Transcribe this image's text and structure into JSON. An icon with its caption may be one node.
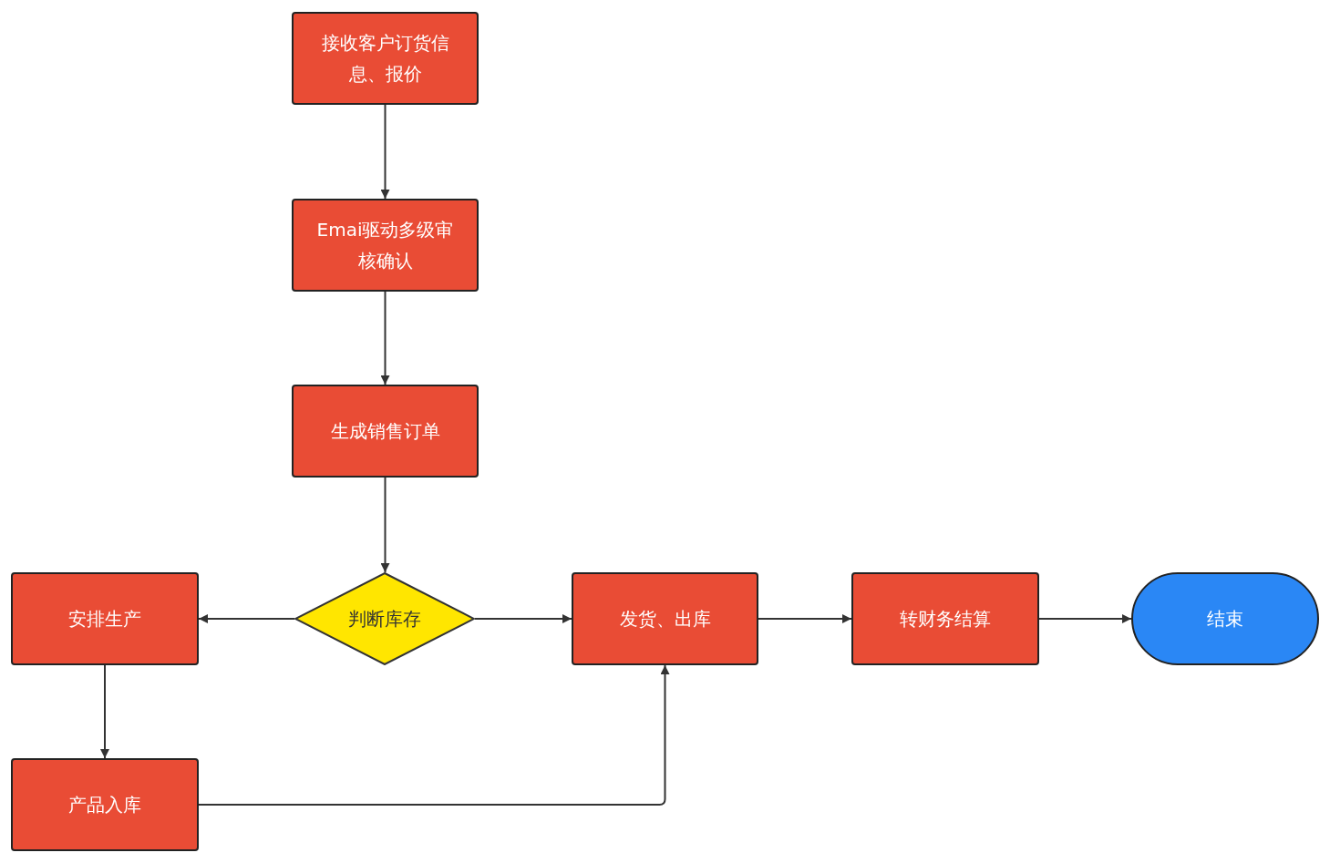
{
  "diagram": {
    "nodes": [
      {
        "text": [
          "接收客户订货信息、报价"
        ]
      },
      {
        "text": [
          "Emai驱动多级审核确认"
        ]
      },
      {
        "text": [
          "生成销售订单"
        ]
      },
      {
        "text": [
          "判断库存"
        ]
      },
      {
        "text": [
          "安排生产"
        ]
      },
      {
        "text": [
          "产品入库"
        ]
      },
      {
        "text": [
          "发货、出库"
        ]
      },
      {
        "text": [
          "转财务结算"
        ]
      },
      {
        "text": [
          "结束"
        ]
      }
    ],
    "edges": [
      {
        "from": 0,
        "to": 1,
        "arrow": "to"
      },
      {
        "from": 1,
        "to": 2,
        "arrow": "to"
      },
      {
        "from": 2,
        "to": 3,
        "arrow": "to"
      },
      {
        "from": 3,
        "to": 4,
        "arrow": "to"
      },
      {
        "from": 3,
        "to": 6,
        "arrow": "to"
      },
      {
        "from": 4,
        "to": 5,
        "arrow": "to"
      },
      {
        "from": 5,
        "to": 6,
        "arrow": "to"
      },
      {
        "from": 6,
        "to": 7,
        "arrow": "to"
      },
      {
        "from": 7,
        "to": 8,
        "arrow": "to"
      }
    ]
  }
}
